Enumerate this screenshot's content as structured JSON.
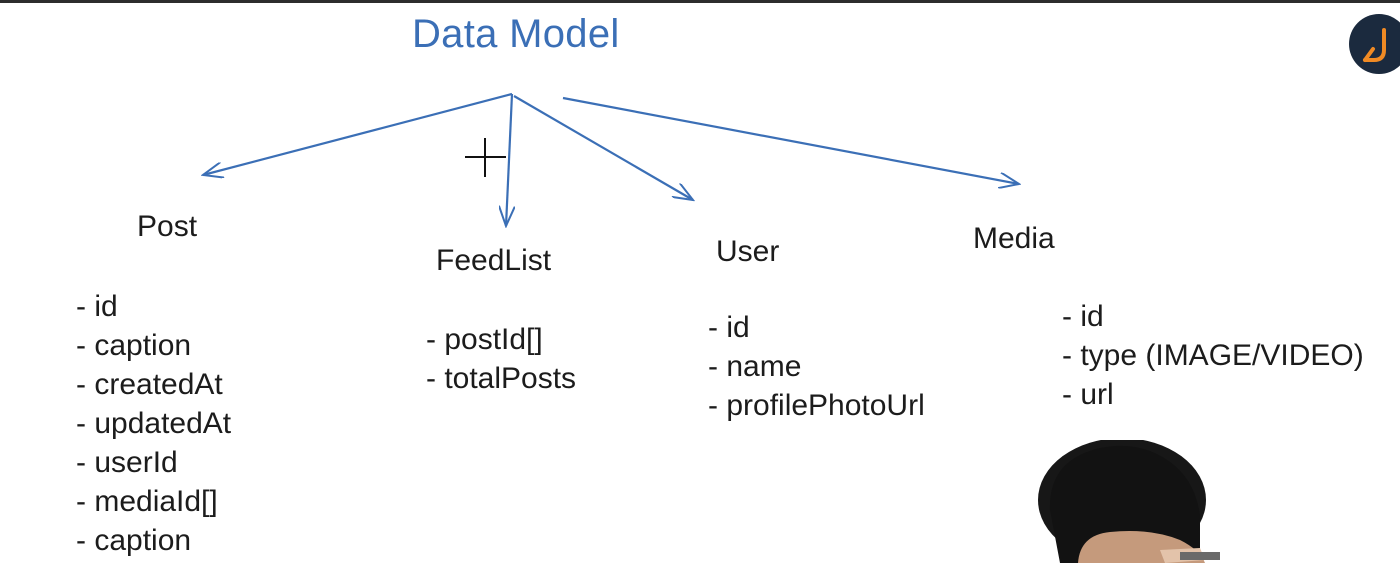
{
  "diagram": {
    "title": "Data Model",
    "entities": [
      {
        "id": "post",
        "name": "Post",
        "fields": [
          "id",
          "caption",
          "createdAt",
          "updatedAt",
          "userId",
          "mediaId[]",
          "caption"
        ]
      },
      {
        "id": "feedlist",
        "name": "FeedList",
        "fields": [
          "postId[]",
          "totalPosts"
        ]
      },
      {
        "id": "user",
        "name": "User",
        "fields": [
          "id",
          "name",
          "profilePhotoUrl"
        ]
      },
      {
        "id": "media",
        "name": "Media",
        "fields": [
          "id",
          "type (IMAGE/VIDEO)",
          "url"
        ]
      }
    ],
    "edges": [
      {
        "from": "Data Model",
        "to": "Post"
      },
      {
        "from": "Data Model",
        "to": "FeedList"
      },
      {
        "from": "Data Model",
        "to": "User"
      },
      {
        "from": "Data Model",
        "to": "Media"
      }
    ]
  },
  "colors": {
    "title": "#3b6fb6",
    "arrow": "#3b6fb6",
    "text": "#1c1c1c",
    "logo_bg": "#1b2a3e",
    "logo_mark": "#f08a24"
  },
  "icons": {
    "logo": "channel-logo-icon",
    "cursor": "crosshair-cursor-icon",
    "presenter": "presenter-webcam-icon"
  }
}
